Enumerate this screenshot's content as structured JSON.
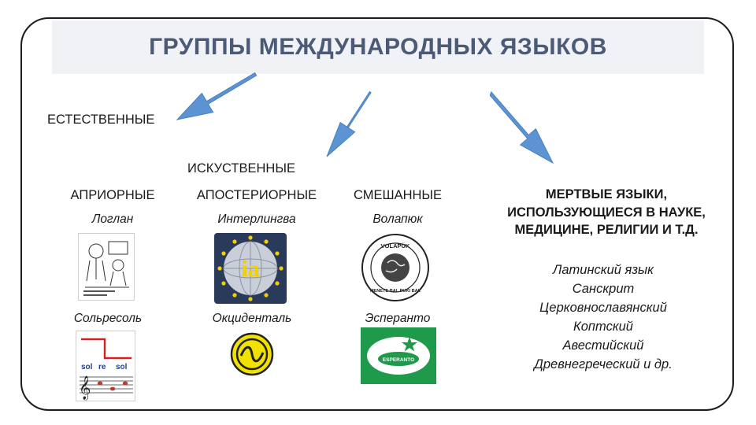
{
  "title": "ГРУППЫ МЕЖДУНАРОДНЫХ ЯЗЫКОВ",
  "colors": {
    "arrow": "#5b93d3",
    "title_text": "#4b5b77",
    "title_bg": "#f0f2f5",
    "esperanto_green": "#1e9a4a",
    "occidental_yellow": "#f2e200",
    "staff_red": "#d62020"
  },
  "groups": {
    "natural": "ЕСТЕСТВЕННЫЕ",
    "artificial": "ИСКУСТВЕННЫЕ",
    "dead_header": [
      "МЕРТВЫЕ ЯЗЫКИ,",
      "ИСПОЛЬЗУЮЩИЕСЯ В НАУКЕ,",
      "МЕДИЦИНЕ, РЕЛИГИИ И Т.Д."
    ]
  },
  "columns": [
    {
      "header": "АПРИОРНЫЕ",
      "examples": [
        "Логлан",
        "Сольресоль"
      ],
      "icons": [
        "loglan-cartoon-icon",
        "solresol-staff-icon"
      ]
    },
    {
      "header": "АПОСТЕРИОРНЫЕ",
      "examples": [
        "Интерлингва",
        "Окциденталь"
      ],
      "icons": [
        "interlingua-globe-icon",
        "occidental-symbol-icon"
      ]
    },
    {
      "header": "СМЕШАННЫЕ",
      "examples": [
        "Волапюк",
        "Эсперанто"
      ],
      "icons": [
        "volapuk-emblem-icon",
        "esperanto-flag-icon"
      ]
    }
  ],
  "images": {
    "interlingua_label": "ia",
    "volapuk_top": "VOLAPÜK",
    "volapuk_bottom": "MENETE BAL PUKI BAL",
    "solresol_notes": [
      "sol",
      "re",
      "sol"
    ],
    "esperanto_label": "ESPERANTO"
  },
  "dead_languages": [
    "Латинский язык",
    "Санскрит",
    "Церковнославянский",
    "Коптский",
    "Авестийский",
    "Древнегреческий и др."
  ]
}
